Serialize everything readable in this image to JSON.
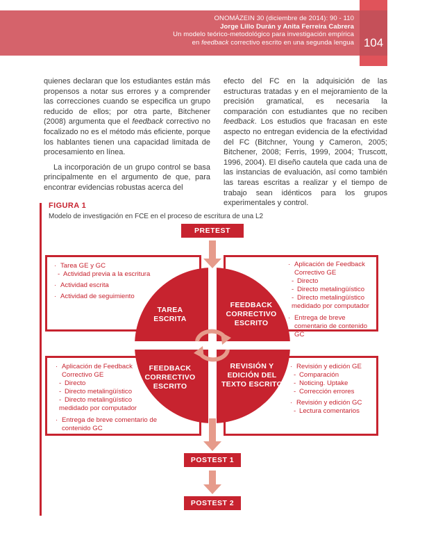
{
  "colors": {
    "primary_red": "#c7232f",
    "salmon_arrow": "#e69b8b",
    "band_red": "#d5636b",
    "strip_red": "#e0535a",
    "strip_overlap_red": "#c55059",
    "text_dark": "#3b3b3b"
  },
  "header": {
    "journal_line": "ONOMÁZEIN 30 (diciembre de 2014): 90 - 110",
    "authors": "Jorge Lillo Durán y Anita Ferreira Cabrera",
    "title_line1": "Un modelo teórico-metodológico para investigación empírica",
    "title_line2_pre": "en ",
    "title_line2_italic": "feedback",
    "title_line2_post": " correctivo escrito en una segunda lengua",
    "page_number": "104"
  },
  "body": {
    "left": {
      "p1_pre": "quienes declaran que los estudiantes están más propensos a notar sus errores y a comprender las correcciones cuando se especifica un grupo reducido de ellos; por otra parte, Bitchener (2008) argumenta que el ",
      "p1_italic": "feedback",
      "p1_post": " correctivo no focalizado no es el método más eficiente, porque los hablantes tienen una capacidad limitada de procesamiento en línea.",
      "p2": "La incorporación de un grupo control se basa principalmente en el argumento de que, para encontrar evidencias robustas acerca del"
    },
    "right": {
      "p1_pre": "efecto del FC en la adquisición de las estructuras tratadas y en el mejoramiento de la precisión gramatical, es necesaria la comparación con estudiantes que no reciben ",
      "p1_italic": "feedback",
      "p1_post": ". Los estudios que fracasan en este aspecto no entregan evidencia de la efectividad del FC (Bitchner, Young y Cameron, 2005; Bitchener, 2008; Ferris, 1999, 2004; Truscott, 1996, 2004). El diseño cautela que cada una de las instancias de evaluación, así como también las tareas escritas a realizar y el tiempo de trabajo sean idénticos para los grupos experimentales y control."
    }
  },
  "figure": {
    "label": "FIGURA 1",
    "caption": "Modelo de investigación en FCE en el proceso de escritura de una L2",
    "pretest": "PRETEST",
    "postest1": "POSTEST 1",
    "postest2": "POSTEST 2",
    "quadrants": {
      "tl": "TAREA\nESCRITA",
      "tr": "FEEDBACK\nCORRECTIVO\nESCRITO",
      "bl": "FEEDBACK\nCORRECTIVO\nESCRITO",
      "br": "REVISIÓN Y\nEDICIÓN DEL\nTEXTO ESCRITO"
    },
    "boxes": {
      "tl": {
        "items": [
          {
            "m": "·",
            "t": "Tarea GE y GC"
          },
          {
            "m": "-",
            "t": "Actividad previa a la escritura"
          },
          {
            "m": "·",
            "t": "Actividad escrita"
          },
          {
            "m": "·",
            "t": "Actividad de seguimiento"
          }
        ]
      },
      "tr": {
        "items": [
          {
            "m": "·",
            "t": "Aplicación de Feedback Correctivo GE"
          },
          {
            "m": "-",
            "t": "Directo"
          },
          {
            "m": "-",
            "t": "Directo metalingüístico"
          },
          {
            "m": "-",
            "t": "Directo metalingüístico"
          },
          {
            "m": "",
            "t": "medidado por computador"
          },
          {
            "m": "·",
            "t": "Entrega de breve comentario de contenido GC"
          }
        ]
      },
      "bl": {
        "items": [
          {
            "m": "·",
            "t": "Aplicación de Feedback Correctivo GE"
          },
          {
            "m": "-",
            "t": "Directo"
          },
          {
            "m": "-",
            "t": "Directo metalingüístico"
          },
          {
            "m": "-",
            "t": "Directo metalingüístico"
          },
          {
            "m": "",
            "t": "medidado por computador"
          },
          {
            "m": "·",
            "t": "Entrega de breve comentario de contenido GC"
          }
        ]
      },
      "br": {
        "items": [
          {
            "m": "·",
            "t": "Revisión y edición GE"
          },
          {
            "m": "-",
            "t": "Comparación"
          },
          {
            "m": "-",
            "t": "Noticing. Uptake"
          },
          {
            "m": "-",
            "t": "Corrección errores"
          },
          {
            "m": "·",
            "t": "Revisión y edición GC"
          },
          {
            "m": "-",
            "t": "Lectura comentarios"
          }
        ]
      }
    }
  }
}
